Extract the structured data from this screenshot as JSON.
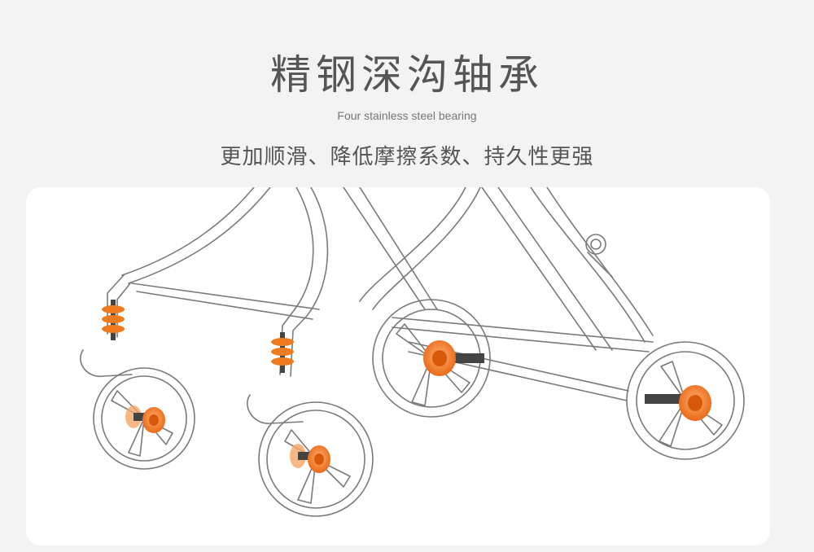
{
  "header": {
    "title": "精钢深沟轴承",
    "subtitle": "Four stainless steel bearing",
    "tagline": "更加顺滑、降低摩擦系数、持久性更强"
  },
  "colors": {
    "background": "#f3f3f3",
    "panel": "#ffffff",
    "line_art": "#7a7a7a",
    "bearing": "#f07a1e",
    "axle": "#444444"
  },
  "illustration": {
    "subject": "stroller-wheel-bearing-diagram"
  }
}
